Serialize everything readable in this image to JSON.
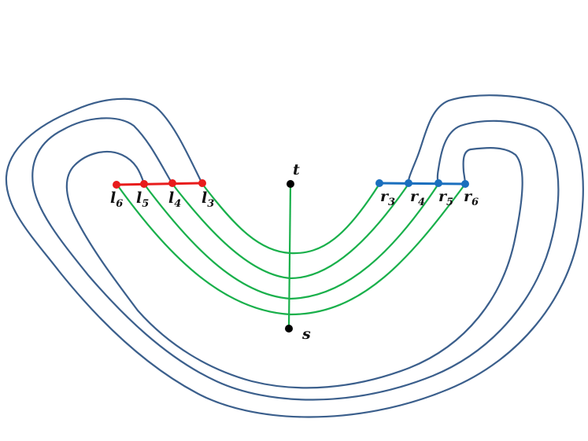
{
  "vertices": {
    "t": {
      "name": "t",
      "sub": ""
    },
    "s": {
      "name": "s",
      "sub": ""
    },
    "l6": {
      "name": "l",
      "sub": "6"
    },
    "l5": {
      "name": "l",
      "sub": "5"
    },
    "l4": {
      "name": "l",
      "sub": "4"
    },
    "l3": {
      "name": "l",
      "sub": "3"
    },
    "r3": {
      "name": "r",
      "sub": "3"
    },
    "r4": {
      "name": "r",
      "sub": "4"
    },
    "r5": {
      "name": "r",
      "sub": "5"
    },
    "r6": {
      "name": "r",
      "sub": "6"
    }
  },
  "colors": {
    "outer_curves": "#3b5f8c",
    "green_paths": "#19b04b",
    "left_segment": "#e81c1c",
    "right_segment": "#1a6fbe",
    "terminals": "#000000"
  }
}
